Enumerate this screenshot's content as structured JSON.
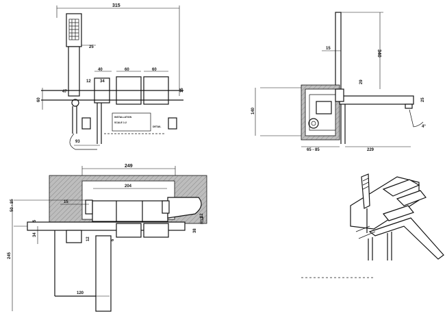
{
  "views": {
    "front": {
      "dims": {
        "overall_width": "315",
        "handshower_width": "25",
        "spacing_a": "40",
        "spacing_b": "60",
        "spacing_c": "60",
        "height_left": "60",
        "offset_a": "47",
        "offset_b": "12",
        "offset_c": "34",
        "height_right": "15",
        "hose_length": "93"
      },
      "small_texts": [
        "INSTALLATION",
        "SCALE 1:2",
        "DETAIL"
      ]
    },
    "side": {
      "dims": {
        "handshower_width": "15",
        "handshower_height": "340",
        "spout_offset": "29",
        "spout_height": "25",
        "body_height": "140",
        "wall_depth": "65 - 85",
        "spout_length": "229",
        "angle": "4°"
      }
    },
    "top": {
      "dims": {
        "box_width": "249",
        "inner_width": "204",
        "offset_left": "15",
        "depth": "50 - 85",
        "offset_small": "5",
        "offset_mid": "34",
        "offset_right": "38",
        "offset_r2": "12",
        "spout_radius": "R12",
        "offset_b": "6",
        "projection": "245",
        "spout_width": "120"
      }
    }
  }
}
